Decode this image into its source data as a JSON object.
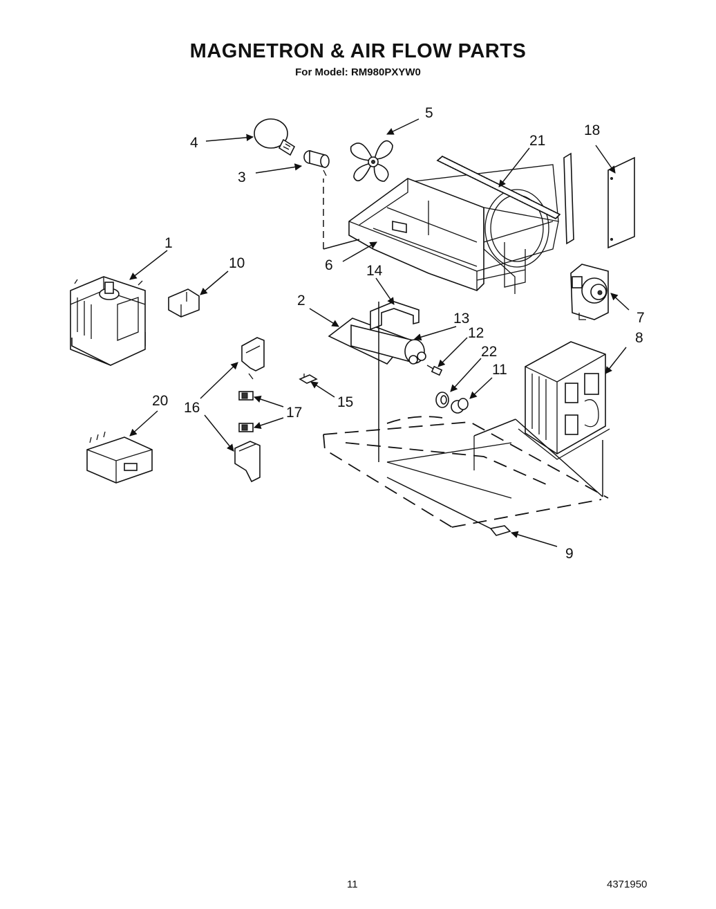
{
  "header": {
    "title": "MAGNETRON & AIR FLOW PARTS",
    "subtitle": "For Model: RM980PXYW0"
  },
  "callouts": {
    "c1": "1",
    "c2": "2",
    "c3": "3",
    "c4": "4",
    "c5": "5",
    "c6": "6",
    "c7": "7",
    "c8": "8",
    "c9": "9",
    "c10": "10",
    "c11": "11",
    "c12": "12",
    "c13": "13",
    "c14": "14",
    "c15": "15",
    "c16": "16",
    "c17": "17",
    "c18": "18",
    "c20": "20",
    "c21": "21",
    "c22": "22"
  },
  "footer": {
    "page_number": "11",
    "doc_number": "4371950"
  }
}
